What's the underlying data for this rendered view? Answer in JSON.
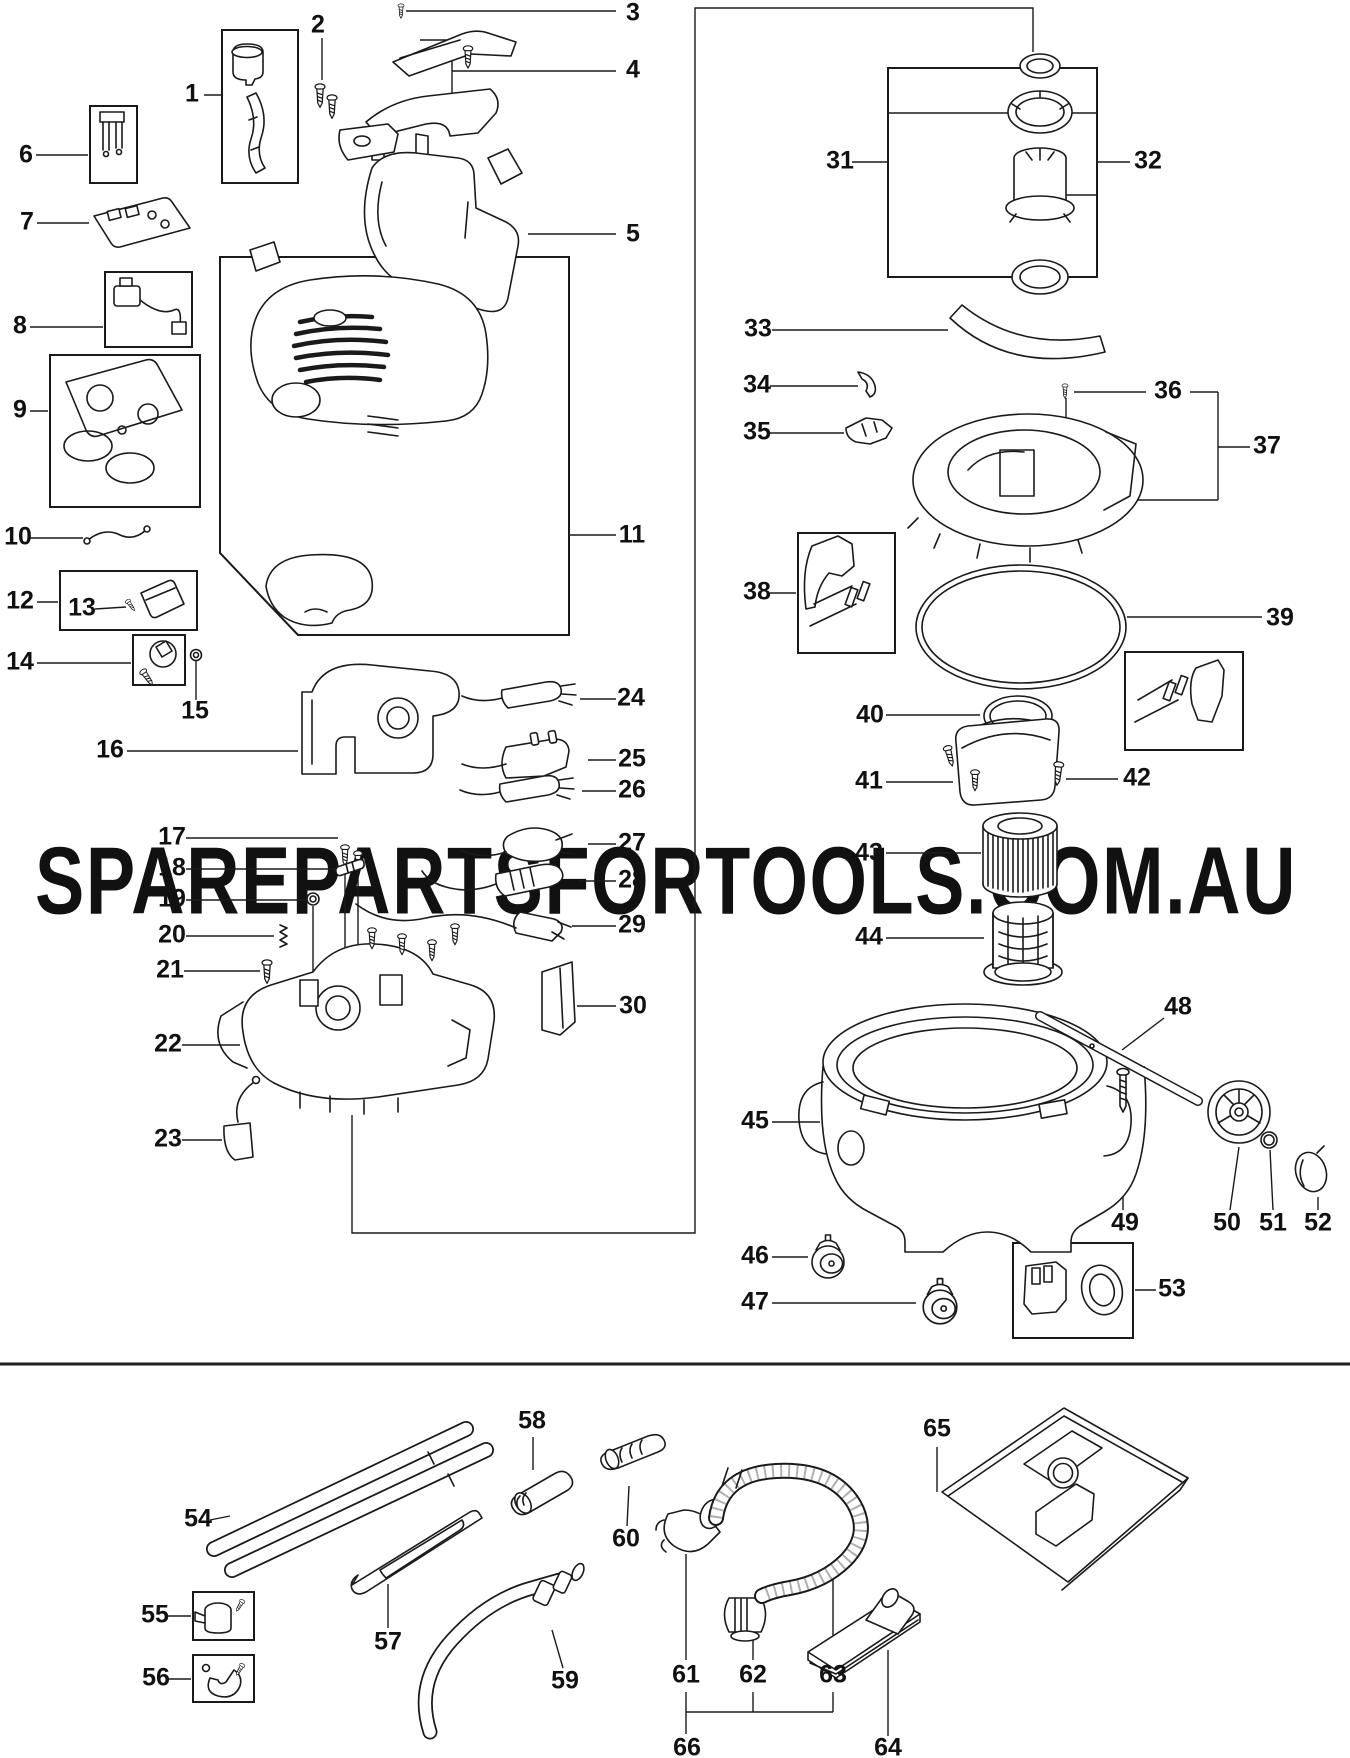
{
  "watermark": {
    "text": "SPAREPARTSFORTOOLS.COM.AU",
    "color": "#d9d9d9"
  },
  "diagram": {
    "background": "#ffffff",
    "line_color": "#1a1a1a",
    "label_color": "#111111",
    "divider_color": "#222222"
  },
  "labels": {
    "p1": "1",
    "p2": "2",
    "p3": "3",
    "p4": "4",
    "p5": "5",
    "p6": "6",
    "p7": "7",
    "p8": "8",
    "p9": "9",
    "p10": "10",
    "p11": "11",
    "p12": "12",
    "p13": "13",
    "p14": "14",
    "p15": "15",
    "p16": "16",
    "p17": "17",
    "p18": "18",
    "p19": "19",
    "p20": "20",
    "p21": "21",
    "p22": "22",
    "p23": "23",
    "p24": "24",
    "p25": "25",
    "p26": "26",
    "p27": "27",
    "p28": "28",
    "p29": "29",
    "p30": "30",
    "p31": "31",
    "p32": "32",
    "p33": "33",
    "p34": "34",
    "p35": "35",
    "p36": "36",
    "p37": "37",
    "p38": "38",
    "p39": "39",
    "p40": "40",
    "p41": "41",
    "p42": "42",
    "p43": "43",
    "p44": "44",
    "p45": "45",
    "p46": "46",
    "p47": "47",
    "p48": "48",
    "p49": "49",
    "p50": "50",
    "p51": "51",
    "p52": "52",
    "p53": "53",
    "p54": "54",
    "p55": "55",
    "p56": "56",
    "p57": "57",
    "p58": "58",
    "p59": "59",
    "p60": "60",
    "p61": "61",
    "p62": "62",
    "p63": "63",
    "p64": "64",
    "p65": "65",
    "p66": "66"
  }
}
